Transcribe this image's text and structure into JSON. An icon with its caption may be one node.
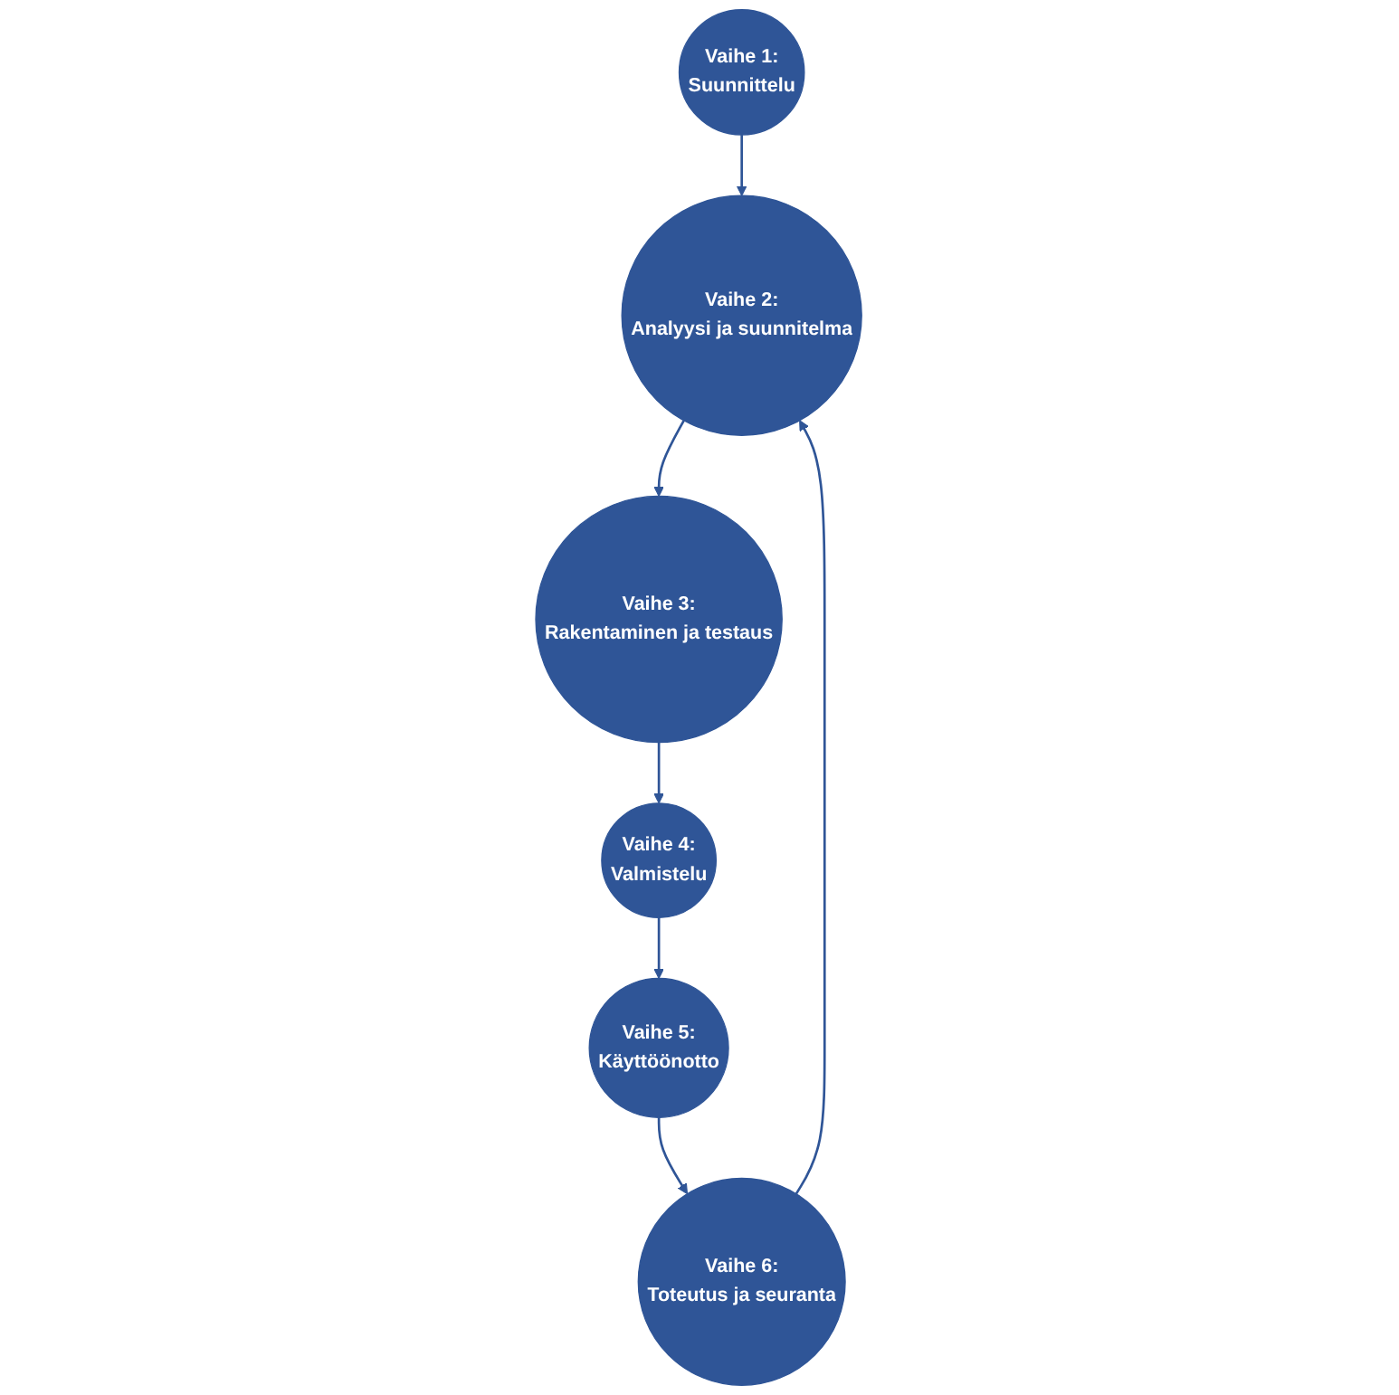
{
  "diagram": {
    "nodes": [
      {
        "text": [
          "Vaihe 1:",
          "Suunnittelu"
        ]
      },
      {
        "text": [
          "Vaihe 2:",
          "Analyysi ja suunnitelma"
        ]
      },
      {
        "text": [
          "Vaihe 3:",
          "Rakentaminen ja testaus"
        ]
      },
      {
        "text": [
          "Vaihe 4:",
          "Valmistelu"
        ]
      },
      {
        "text": [
          "Vaihe 5:",
          "Käyttöönotto"
        ]
      },
      {
        "text": [
          "Vaihe 6:",
          "Toteutus ja seuranta"
        ]
      }
    ],
    "edges": [
      {
        "from": 0,
        "to": 1,
        "arrow": "to"
      },
      {
        "from": 1,
        "to": 2,
        "arrow": "to"
      },
      {
        "from": 2,
        "to": 3,
        "arrow": "to"
      },
      {
        "from": 3,
        "to": 4,
        "arrow": "to"
      },
      {
        "from": 4,
        "to": 5,
        "arrow": "to"
      },
      {
        "from": 5,
        "to": 1,
        "arrow": "to"
      }
    ]
  }
}
